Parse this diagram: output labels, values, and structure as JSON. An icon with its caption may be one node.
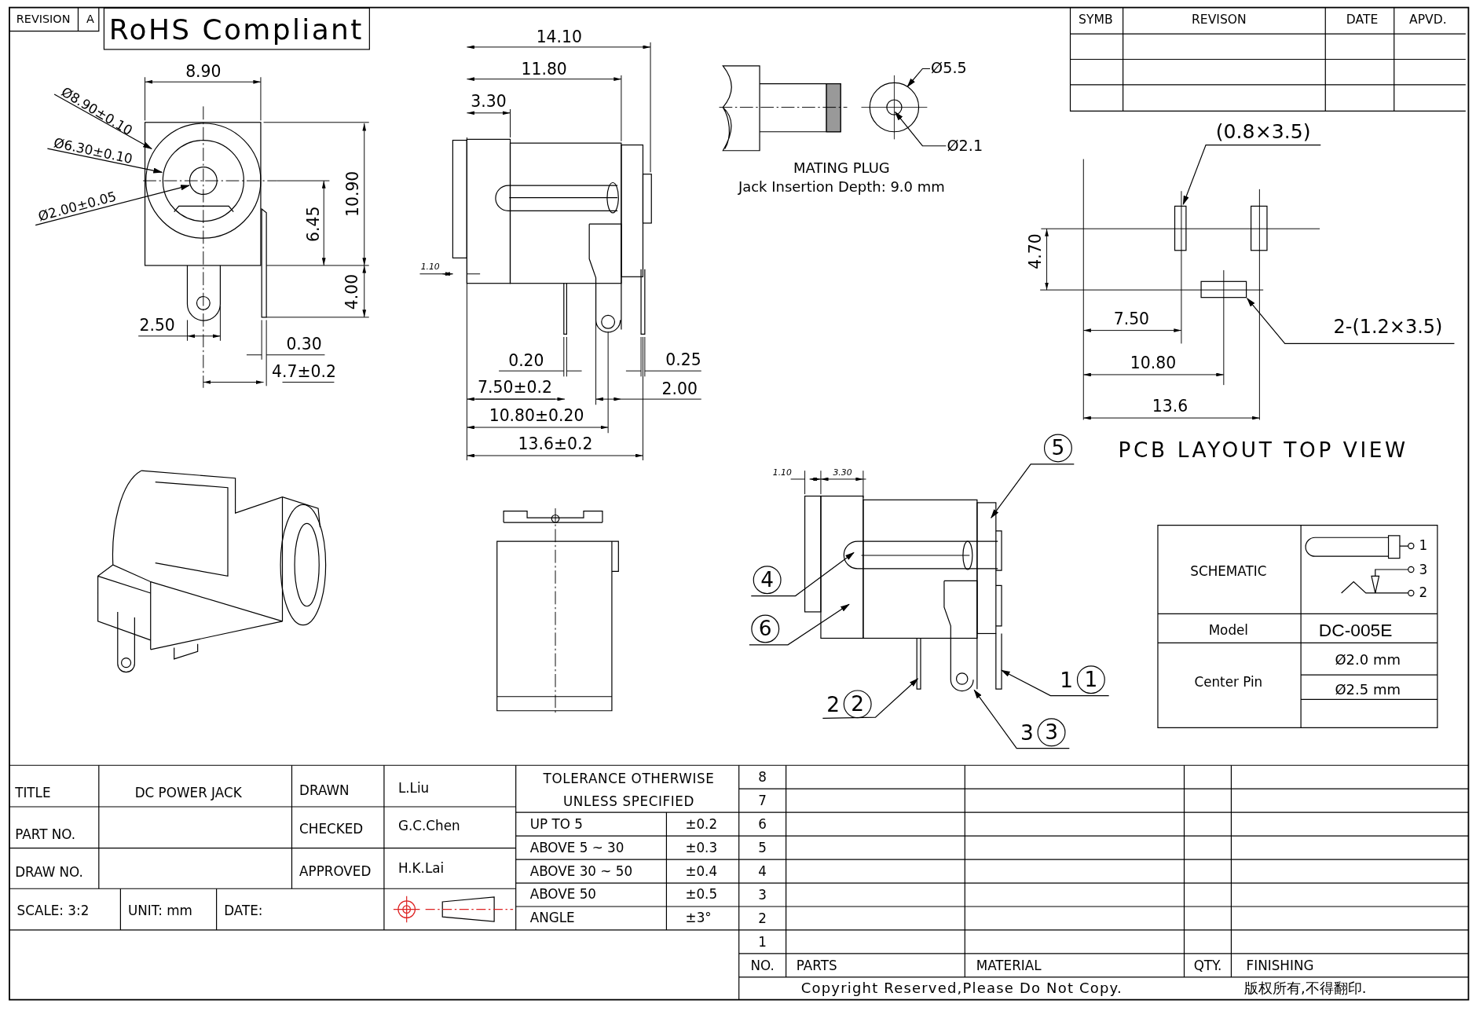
{
  "diagram": {
    "nodes": [
      {
        "text": [
          "RoHS Compliant"
        ]
      },
      {
        "text": [
          "Ø8.90±0.10"
        ]
      },
      {
        "text": [
          "Ø6.30±0.10"
        ]
      },
      {
        "text": [
          "Ø2.00±0.05"
        ]
      },
      {
        "text": [
          "Ø5.5"
        ]
      },
      {
        "text": [
          "Ø2.1"
        ]
      },
      {
        "text": [
          "(0.8×3.5)"
        ]
      },
      {
        "text": [
          "2-(1.2×3.5)"
        ]
      },
      {
        "text": [
          "5"
        ]
      },
      {
        "text": [
          "4"
        ]
      },
      {
        "text": [
          "6"
        ]
      },
      {
        "text": [
          "1",
          "1"
        ]
      },
      {
        "text": [
          "2",
          "2"
        ]
      },
      {
        "text": [
          "3",
          "3"
        ]
      },
      {
        "text": [],
        "shape": "picture"
      },
      {
        "text": [],
        "shape": "picture"
      },
      {
        "text": [],
        "shape": "picture"
      },
      {
        "text": [],
        "shape": "picture"
      }
    ],
    "edges": [
      {
        "from": 1,
        "to": 14,
        "arrow": "to"
      },
      {
        "from": 2,
        "to": 14,
        "arrow": "to"
      },
      {
        "from": 3,
        "to": 14,
        "arrow": "to"
      },
      {
        "from": 4,
        "to": 15,
        "arrow": "to"
      },
      {
        "from": 5,
        "to": 15,
        "arrow": "to"
      },
      {
        "from": 6,
        "to": 16,
        "arrow": "to"
      },
      {
        "from": 7,
        "to": 16,
        "arrow": "to"
      },
      {
        "from": 8,
        "to": 17,
        "arrow": "to"
      },
      {
        "from": 9,
        "to": 17,
        "arrow": "to"
      },
      {
        "from": 10,
        "to": 17,
        "arrow": "to"
      },
      {
        "from": 11,
        "to": 17,
        "arrow": "to"
      },
      {
        "from": 12,
        "to": 17,
        "arrow": "to"
      },
      {
        "from": 13,
        "to": 17,
        "arrow": "to"
      }
    ],
    "labels": [
      "REVISION",
      "A",
      "8.90",
      "10.90",
      "6.45",
      "4.00",
      "2.50",
      "0.30",
      "4.7±0.2",
      "14.10",
      "11.80",
      "3.30",
      "1.10",
      "0.20",
      "7.50±0.2",
      "10.80±0.20",
      "13.6±0.2",
      "0.25",
      "2.00",
      "MATING PLUG",
      "Jack Insertion Depth: 9.0 mm",
      "SYMB",
      "REVISON",
      "DATE",
      "APVD.",
      "4.70",
      "7.50",
      "10.80",
      "13.6",
      "PCB LAYOUT TOP VIEW",
      "1.10",
      "3.30",
      "SCHEMATIC",
      "1",
      "3",
      "2",
      "Model",
      "DC-005E",
      "Center Pin",
      "Ø2.0 mm",
      "Ø2.5 mm",
      "TITLE",
      "DC POWER JACK",
      "DRAWN",
      "L.Liu",
      "PART NO.",
      "CHECKED",
      "G.C.Chen",
      "DRAW NO.",
      "APPROVED",
      "H.K.Lai",
      "SCALE: 3:2",
      "UNIT: mm",
      "DATE:",
      "TOLERANCE OTHERWISE UNLESS SPECIFIED",
      "UP TO 5",
      "±0.2",
      "ABOVE 5 ~ 30",
      "±0.3",
      "ABOVE 30 ~ 50",
      "±0.4",
      "ABOVE 50",
      "±0.5",
      "ANGLE",
      "±3°",
      "8",
      "7",
      "6",
      "5",
      "4",
      "3",
      "2",
      "1",
      "NO.",
      "PARTS",
      "MATERIAL",
      "QTY.",
      "FINISHING",
      "Copyright Reserved,Please Do Not Copy.",
      "版权所有,不得翻印."
    ]
  }
}
